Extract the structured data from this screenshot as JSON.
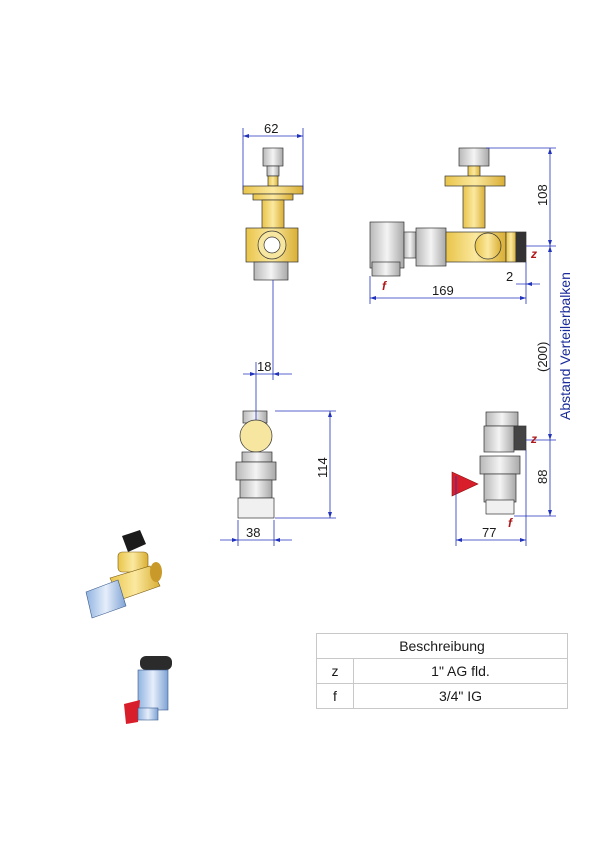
{
  "dimensions": {
    "top_width": "62",
    "front_height": "108",
    "front_offset": "2",
    "front_length": "169",
    "stem_offset": "18",
    "side_height": "114",
    "side_width": "38",
    "right_height": "88",
    "right_width": "77",
    "spacing": "(200)",
    "spacing_label": "Abstand Verteilerbalken"
  },
  "markers": {
    "z": "z",
    "f": "f"
  },
  "legend": {
    "header": "Beschreibung",
    "rows": [
      {
        "key": "z",
        "value": "1\" AG fld."
      },
      {
        "key": "f",
        "value": "3/4\" IG"
      }
    ]
  },
  "colors": {
    "dimension_line": "#2233bb",
    "brass": "#f3d66b",
    "chrome": "#d9d9d9",
    "handle_red": "#d81e2a",
    "marker_red": "#b01818"
  }
}
